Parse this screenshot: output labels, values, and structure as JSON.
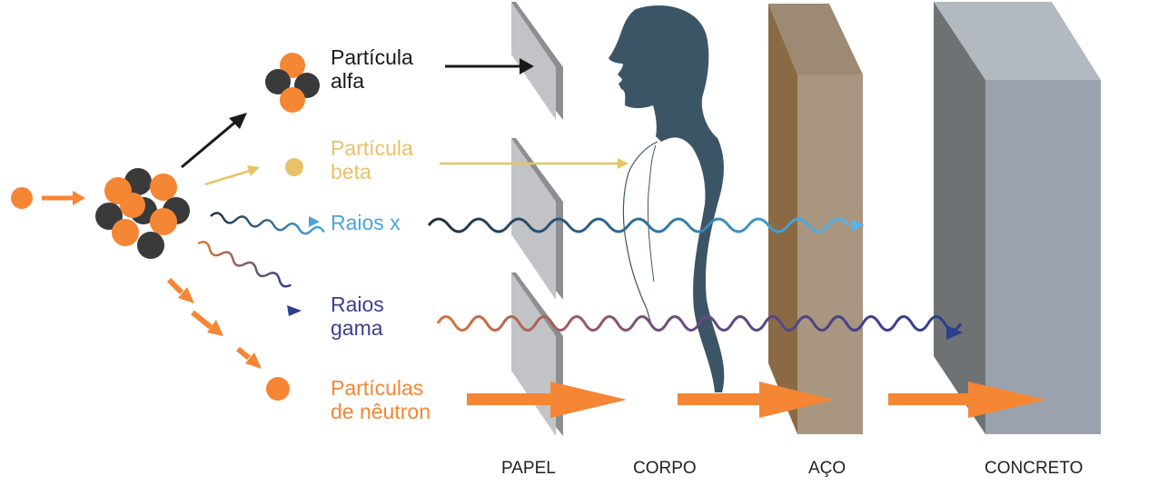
{
  "colors": {
    "alpha": "#1a1a1a",
    "beta": "#e8c266",
    "xray": "#4aa3df",
    "gamma": "#3b3f8f",
    "neutron": "#f58634",
    "nucleus_dark": "#3a3a3a",
    "paper": "#b9babd",
    "body": "#3c5566",
    "steel": "#a89680",
    "concrete": "#9aa3ad"
  },
  "labels": {
    "alpha": [
      "Partícula",
      "alfa"
    ],
    "beta": [
      "Partícula",
      "beta"
    ],
    "xray": [
      "Raios x"
    ],
    "gamma": [
      "Raios",
      "gama"
    ],
    "neutron": [
      "Partículas",
      "de nêutron"
    ]
  },
  "barriers": {
    "paper": "PAPEL",
    "body": "CORPO",
    "steel": "AÇO",
    "concrete": "CONCRETO"
  }
}
